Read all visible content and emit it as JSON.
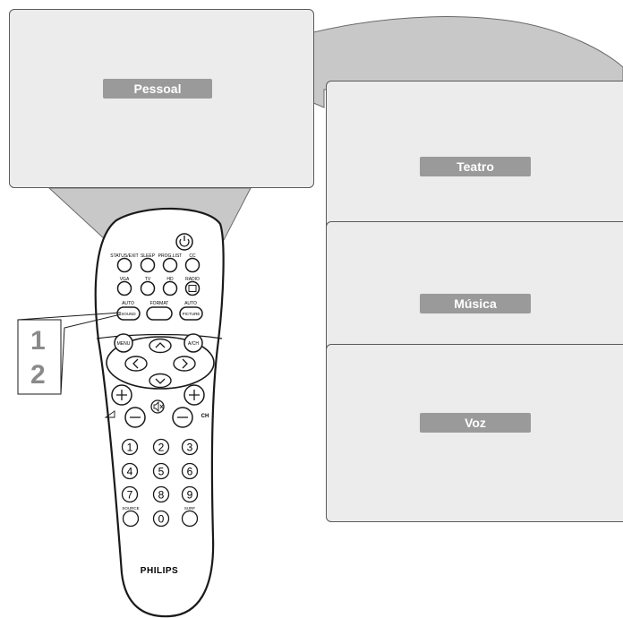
{
  "modes": {
    "pessoal": "Pessoal",
    "teatro": "Teatro",
    "musica": "Música",
    "voz": "Voz"
  },
  "steps": {
    "one": "1",
    "two": "2"
  },
  "remote": {
    "brand": "PHILIPS",
    "buttons": {
      "status_exit": "STATUS/EXIT",
      "sleep": "SLEEP",
      "prog_list": "PROG.LIST",
      "cc": "CC",
      "vga": "VGA",
      "tv": "TV",
      "hd": "HD",
      "radio": "RADIO",
      "auto_sound_top": "AUTO",
      "auto_sound_bottom": "SOUND",
      "format": "FORMAT",
      "auto_picture_top": "AUTO",
      "auto_picture_bottom": "PICTURE",
      "menu": "MENU",
      "ach": "A/CH",
      "ch": "CH",
      "source": "SOURCE",
      "surf": "SURF",
      "digits": [
        "1",
        "2",
        "3",
        "4",
        "5",
        "6",
        "7",
        "8",
        "9",
        "0"
      ]
    }
  },
  "colors": {
    "panel": "#ececec",
    "pill": "#9a9a9a",
    "beam": "#c8c8c8",
    "step": "#8a8a8a"
  }
}
